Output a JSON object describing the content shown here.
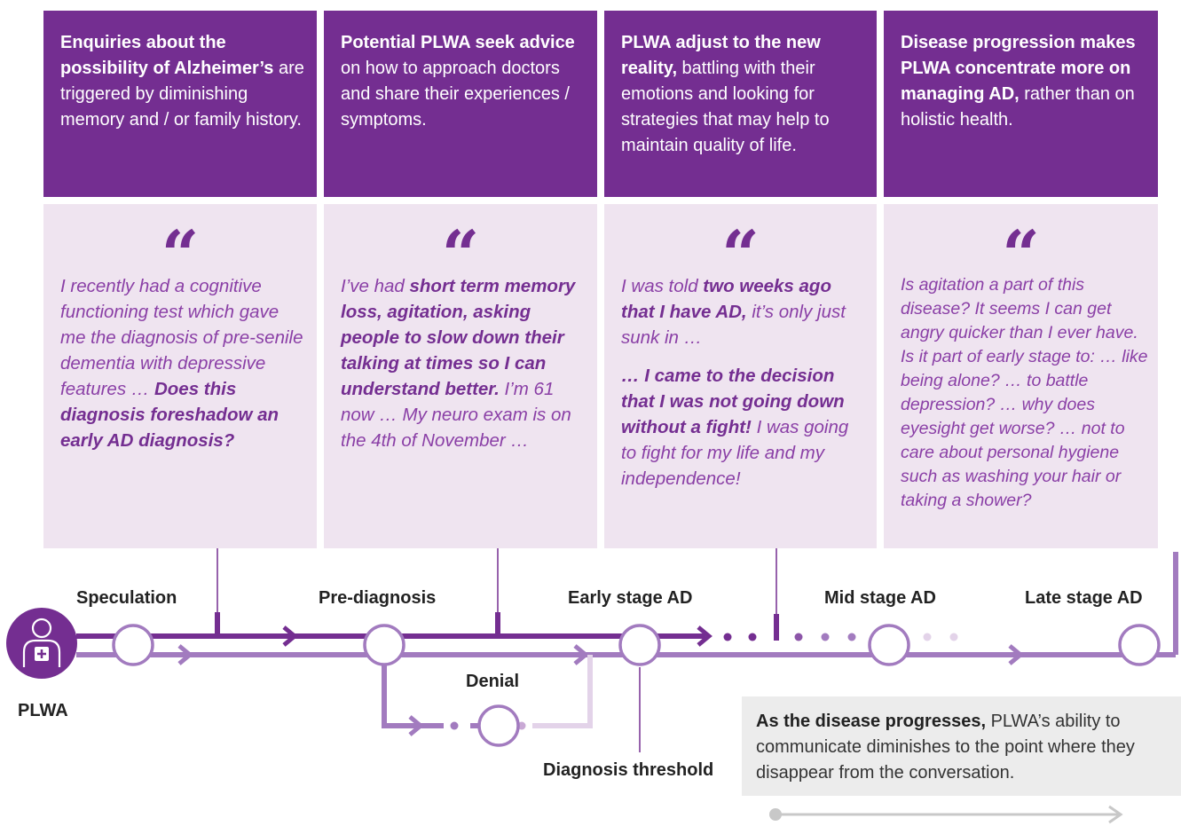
{
  "columns": [
    {
      "head_bold": "Enquiries about the possibility of Alzheimer’s",
      "head_rest": " are triggered by diminishing memory and / or family history.",
      "quote_paragraphs": [
        [
          {
            "t": "I recently had a cognitive functioning test which gave me the diagnosis of pre-senile dementia with depressive features … ",
            "b": false
          },
          {
            "t": "Does this diagnosis foreshadow an early AD diagnosis?",
            "b": true
          }
        ]
      ]
    },
    {
      "head_bold": "Potential PLWA seek advice",
      "head_rest": " on how to approach doctors and share their experiences / symptoms.",
      "quote_paragraphs": [
        [
          {
            "t": "I’ve had ",
            "b": false
          },
          {
            "t": "short term memory loss, agitation, asking people to slow down their talking at times so I can understand better.",
            "b": true
          },
          {
            "t": " I’m 61 now … My neuro exam is on the 4th of November …",
            "b": false
          }
        ]
      ]
    },
    {
      "head_bold": "PLWA adjust to the new reality,",
      "head_rest": " battling with their emotions and looking for strategies that may help to maintain quality of life.",
      "quote_paragraphs": [
        [
          {
            "t": "I was told ",
            "b": false
          },
          {
            "t": "two weeks ago that I have AD,",
            "b": true
          },
          {
            "t": " it’s only just sunk in …",
            "b": false
          }
        ],
        [
          {
            "t": "… I came to the decision that I was not going down without a fight!",
            "b": true
          },
          {
            "t": " I was going to fight for my life and my independence!",
            "b": false
          }
        ]
      ]
    },
    {
      "head_bold": "Disease progression makes PLWA concentrate more on managing AD,",
      "head_rest": " rather than on holistic health.",
      "quote_paragraphs": [
        [
          {
            "t": "Is agitation a part of this disease? It seems I can get angry quicker than I ever have. Is it part of early stage to: … like being alone? … to battle depression? … why does eyesight get worse? … not to care about personal hygiene such as washing your hair or taking a shower?",
            "b": false
          }
        ]
      ]
    }
  ],
  "quote_mark": "“",
  "stages": {
    "speculation": "Speculation",
    "pre_diagnosis": "Pre-diagnosis",
    "early": "Early stage AD",
    "mid": "Mid stage AD",
    "late": "Late stage AD",
    "denial": "Denial"
  },
  "plwa_label": "PLWA",
  "threshold_label": "Diagnosis threshold",
  "note": {
    "bold": "As the disease progresses,",
    "rest": " PLWA’s ability to communicate diminishes to the point where they disappear from the conversation."
  },
  "colors": {
    "dark_purple": "#742e91",
    "mid_purple": "#a27bbf",
    "light_purple": "#e3d3e9",
    "quote_bg": "#efe4f0",
    "note_bg": "#ececec",
    "arrow_grey": "#c8c8c8"
  }
}
